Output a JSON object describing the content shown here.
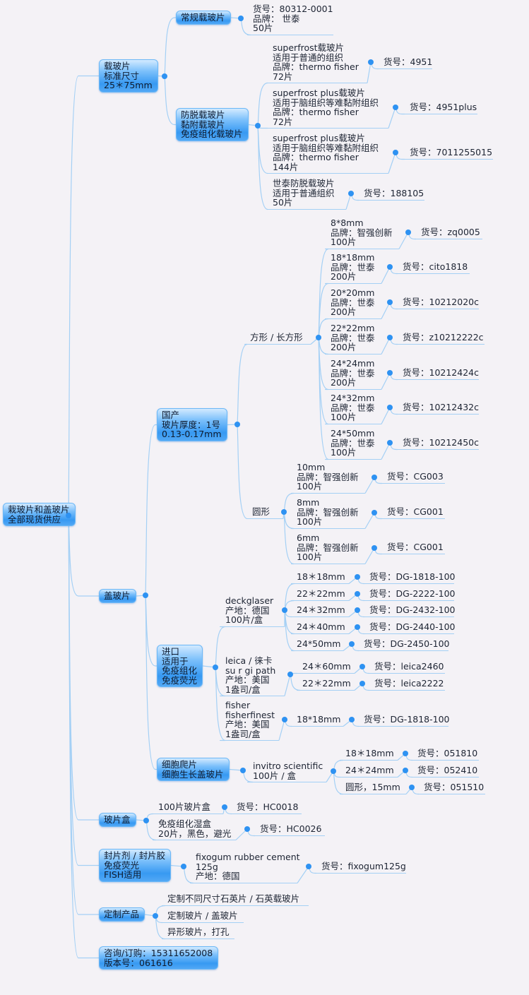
{
  "root": "栽玻片和盖玻片\n全部现货供应",
  "slides": {
    "label": "载玻片\n标准尺寸\n25＊75mm",
    "regular": {
      "label": "常规载玻片",
      "info": "货号：80312-0001\n品牌： 世泰\n50片"
    },
    "adhesive": {
      "label": "防脱载玻片\n黏附载玻片\n免疫组化载玻片",
      "items": [
        {
          "desc": "superfrost载玻片\n适用于普通的组织\n品牌：thermo fisher\n72片",
          "code": "货号：4951"
        },
        {
          "desc": "superfrost plus载玻片\n适用于脑组织等难黏附组织\n品牌：thermo fisher\n72片",
          "code": "货号：4951plus"
        },
        {
          "desc": "superfrost plus载玻片\n适用于脑组织等难黏附组织\n品牌：thermo fisher\n144片",
          "code": "货号：7011255015"
        },
        {
          "desc": "世泰防脱载玻片\n适用于普通组织\n50片",
          "code": "货号：188105"
        }
      ]
    }
  },
  "coverslips": {
    "label": "盖玻片",
    "domestic": {
      "label": "国产\n玻片厚度：1号\n0.13-0.17mm",
      "square": {
        "label": "方形 / 长方形",
        "items": [
          {
            "desc": "8*8mm\n品牌：智强创新\n100片",
            "code": "货号：zq0005"
          },
          {
            "desc": "18*18mm\n品牌：世泰\n200片",
            "code": "货号：cito1818"
          },
          {
            "desc": "20*20mm\n品牌：世泰\n200片",
            "code": "货号：10212020c"
          },
          {
            "desc": "22*22mm\n品牌：世泰\n200片",
            "code": "货号：z10212222c"
          },
          {
            "desc": "24*24mm\n品牌：世泰\n200片",
            "code": "货号：10212424c"
          },
          {
            "desc": "24*32mm\n品牌：世泰\n100片",
            "code": "货号：10212432c"
          },
          {
            "desc": "24*50mm\n品牌：世泰\n100片",
            "code": "货号：10212450c"
          }
        ]
      },
      "round": {
        "label": "圆形",
        "items": [
          {
            "desc": "10mm\n品牌：智强创新\n100片",
            "code": "货号：CG003"
          },
          {
            "desc": "8mm\n品牌：智强创新\n100片",
            "code": "货号：CG001"
          },
          {
            "desc": "6mm\n品牌：智强创新\n100片",
            "code": "货号：CG001"
          }
        ]
      }
    },
    "imported": {
      "label": "进口\n适用于\n免疫组化\n免疫荧光",
      "deckglaser": {
        "label": "deckglaser\n产地：德国\n100片/盒",
        "items": [
          {
            "size": "18＊18mm",
            "code": "货号：DG-1818-100"
          },
          {
            "size": "22＊22mm",
            "code": "货号：DG-2222-100"
          },
          {
            "size": "24＊32mm",
            "code": "货号：DG-2432-100"
          },
          {
            "size": "24＊40mm",
            "code": "货号：DG-2440-100"
          },
          {
            "size": "24*50mm",
            "code": "货号：DG-2450-100"
          }
        ]
      },
      "leica": {
        "label": "leica / 徕卡\nsu r gi path\n产地：美国\n1盎司/盒",
        "items": [
          {
            "size": "24＊60mm",
            "code": "货号：leica2460"
          },
          {
            "size": "22＊22mm",
            "code": "货号：leica2222"
          }
        ]
      },
      "fisher": {
        "label": "fisher\nfisherfinest\n产地：美国\n1盎司/盒",
        "items": [
          {
            "size": "18*18mm",
            "code": "货号：DG-1818-100"
          }
        ]
      }
    },
    "cell": {
      "label": "细胞爬片\n细胞生长盖玻片",
      "brand": {
        "label": "invitro scientific\n100片 / 盒",
        "items": [
          {
            "size": "18＊18mm",
            "code": "货号：051810"
          },
          {
            "size": "24＊24mm",
            "code": "货号：052410"
          },
          {
            "size": "圆形，15mm",
            "code": "货号：051510"
          }
        ]
      }
    }
  },
  "boxes": {
    "label": "玻片盒",
    "items": [
      {
        "desc": "100片玻片盒",
        "code": "货号：HC0018"
      },
      {
        "desc": "免疫组化湿盒\n20片，黑色，避光",
        "code": "货号：HC0026"
      }
    ]
  },
  "mounting": {
    "label": "封片剂 / 封片胶\n免疫荧光\nFISH适用",
    "item": {
      "desc": "fixogum rubber cement\n125g\n产地：德国",
      "code": "货号：fixogum125g"
    }
  },
  "custom": {
    "label": "定制产品",
    "items": [
      "定制不同尺寸石英片 / 石英载玻片",
      "定制玻片 / 盖玻片",
      "异形玻片，打孔"
    ]
  },
  "contact": {
    "label": "咨询/订购：15311652008\n版本号：061616"
  }
}
